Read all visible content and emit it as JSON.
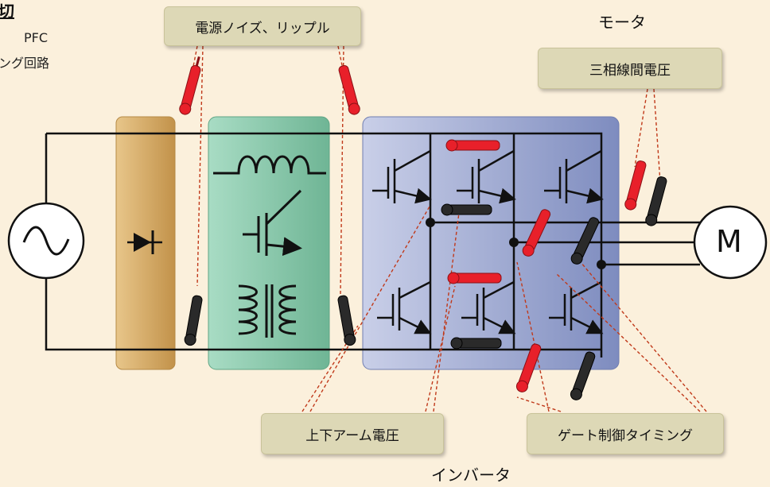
{
  "labels": {
    "top_left_heading": "切",
    "pfc": "PFC",
    "pfc_sub": "ング回路",
    "motor_heading": "モータ",
    "inverter_heading": "インバータ",
    "motor_symbol": "M"
  },
  "callouts": {
    "power_noise": "電源ノイズ、リップル",
    "three_phase": "三相線間電圧",
    "upper_lower_arm": "上下アーム電圧",
    "gate_timing": "ゲート制御タイミング"
  },
  "colors": {
    "background": "#fbf0dc",
    "rectifier_block": "#d4a864",
    "pfc_block": "#7cc1a2",
    "inverter_block": "#9aa6d0",
    "probe_red": "#e8202a",
    "probe_black": "#2a2a2a",
    "dashed_line": "#c0391a",
    "callout_bg": "#ddd8b6"
  }
}
